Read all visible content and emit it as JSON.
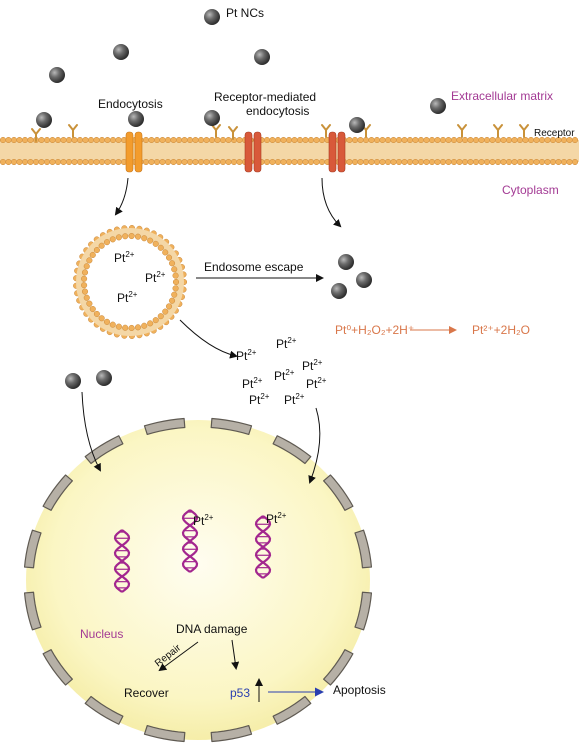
{
  "labels": {
    "pt_ncs": "Pt NCs",
    "extracellular_matrix": "Extracellular matrix",
    "receptor": "Receptor",
    "cytoplasm": "Cytoplasm",
    "endocytosis": "Endocytosis",
    "receptor_mediated_line1": "Receptor-mediated",
    "receptor_mediated_line2": "endocytosis",
    "endosome_escape": "Endosome escape",
    "pt_ion": "Pt",
    "pt_charge": "2+",
    "nucleus": "Nucleus",
    "dna_damage": "DNA damage",
    "repair": "Repair",
    "recover": "Recover",
    "p53": "p53",
    "apoptosis": "Apoptosis"
  },
  "equation": {
    "reactants": "Pt⁰+H₂O₂+2H⁺",
    "products": "Pt²⁺+2H₂O"
  },
  "colors": {
    "membrane": "#e9a551",
    "membrane_head": "#f0b15c",
    "nanocluster": "#5f5f5f",
    "channel_orange": "#f39c2d",
    "channel_red": "#d8593a",
    "receptor": "#c9923a",
    "dna": "#a3278f",
    "nucleus_fill": "#fbf6c4",
    "nuclear_envelope": "#8f8a82",
    "purple_text": "#a33a94",
    "orange_text": "#d9774a",
    "blue_text": "#2a3fb0"
  }
}
